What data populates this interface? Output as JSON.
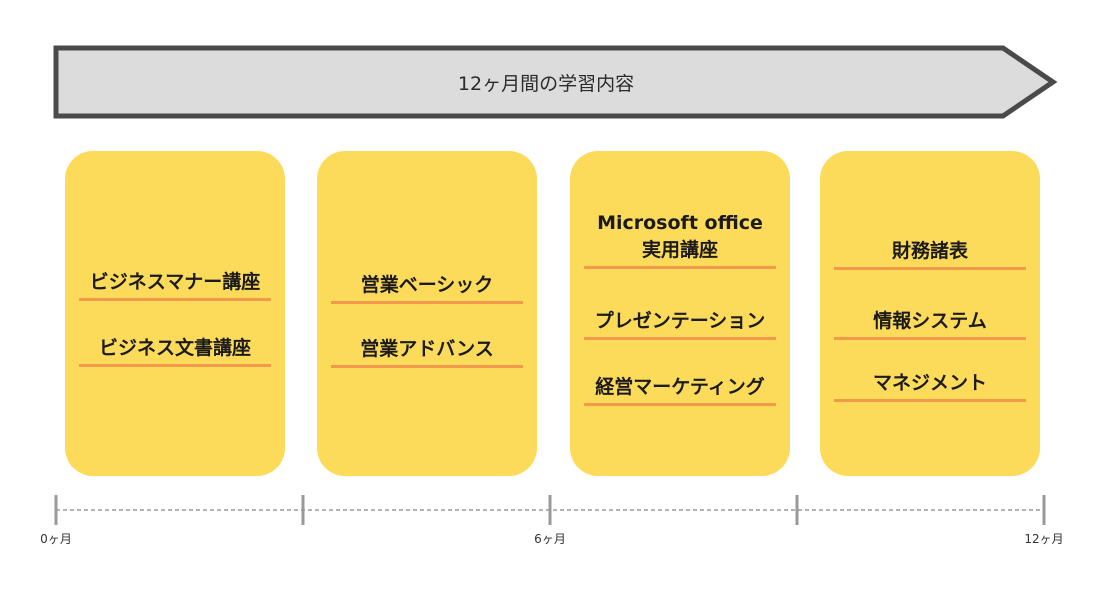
{
  "banner": {
    "title": "12ヶ月間の学習内容"
  },
  "cards": [
    {
      "items": [
        "ビジネスマナー講座",
        "ビジネス文書講座"
      ]
    },
    {
      "items": [
        "営業ベーシック",
        "営業アドバンス"
      ]
    },
    {
      "items": [
        "Microsoft office\n実用講座",
        "プレゼンテーション",
        "経営マーケティング"
      ]
    },
    {
      "items": [
        "財務諸表",
        "情報システム",
        "マネジメント"
      ]
    }
  ],
  "timeline": {
    "labels": [
      {
        "text": "0ヶ月",
        "month": 0
      },
      {
        "text": "6ヶ月",
        "month": 6
      },
      {
        "text": "12ヶ月",
        "month": 12
      }
    ],
    "tick_months": [
      0,
      3,
      6,
      9,
      12
    ]
  },
  "colors": {
    "card": "#fddb5a",
    "underline": "#f29a4a",
    "banner_fill": "#dcdcdc",
    "banner_stroke": "#4a4a4a",
    "timeline": "#9a9a9a"
  }
}
